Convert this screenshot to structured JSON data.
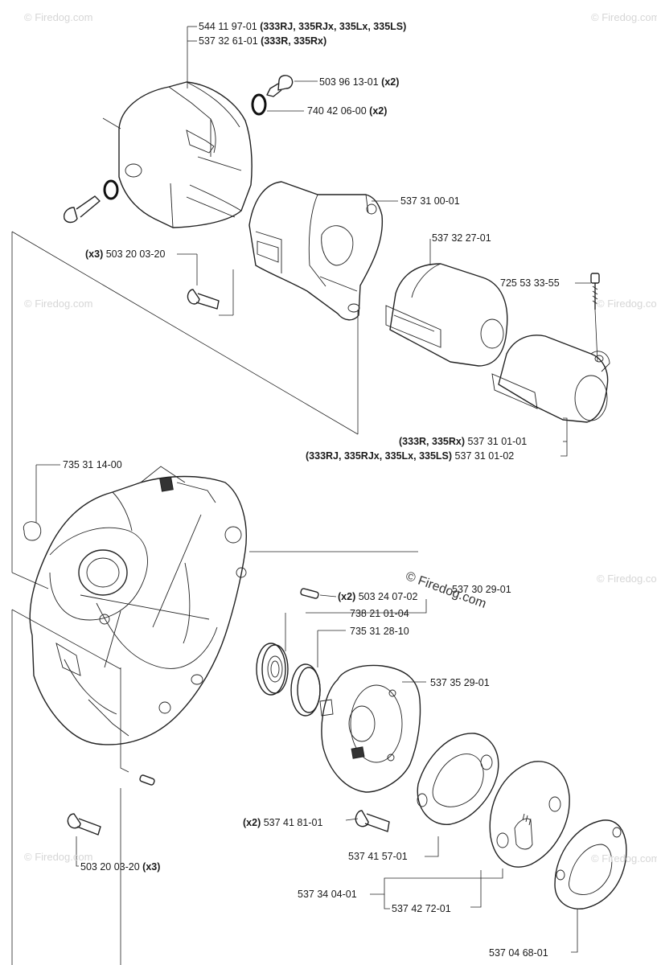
{
  "labels": {
    "p1": {
      "num": "544 11 97-01",
      "note": "(333RJ, 335RJx, 335Lx, 335LS)"
    },
    "p2": {
      "num": "537 32 61-01",
      "note": "(333R, 335Rx)"
    },
    "p3": {
      "num": "503 96 13-01",
      "note": "(x2)"
    },
    "p4": {
      "num": "740 42 06-00",
      "note": "(x2)"
    },
    "p5": {
      "num": "537 31 00-01"
    },
    "p6": {
      "num": "537 32 27-01"
    },
    "p7": {
      "pre": "(x3)",
      "num": "503 20 03-20"
    },
    "p8": {
      "num": "725 53 33-55"
    },
    "p9": {
      "pre": "(333R, 335Rx)",
      "num": "537 31 01-01"
    },
    "p10": {
      "pre": "(333RJ, 335RJx, 335Lx, 335LS)",
      "num": "537 31 01-02"
    },
    "p11": {
      "num": "735 31 14-00"
    },
    "p12": {
      "num": "537 30 29-01"
    },
    "p13": {
      "pre": "(x2)",
      "num": "503 24 07-02"
    },
    "p14": {
      "num": "738 21 01-04"
    },
    "p15": {
      "num": "735 31 28-10"
    },
    "p16": {
      "num": "537 35 29-01"
    },
    "p17": {
      "pre": "(x2)",
      "num": "537 41 81-01"
    },
    "p18": {
      "num": "503 20 03-20",
      "note": "(x3)"
    },
    "p19": {
      "num": "537 41 57-01"
    },
    "p20": {
      "num": "537 34 04-01"
    },
    "p21": {
      "num": "537 42 72-01"
    },
    "p22": {
      "num": "537 04 68-01"
    }
  },
  "watermark": {
    "small": "© Firedog.com",
    "center": "© Firedog.com"
  }
}
